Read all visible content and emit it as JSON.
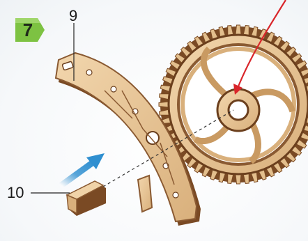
{
  "step": {
    "number": "7",
    "badge_color": "#7dc242"
  },
  "callouts": {
    "part_9": "9",
    "part_10": "10"
  },
  "colors": {
    "wood_light": "#e9c79a",
    "wood_edge": "#8a5a32",
    "wood_dark": "#6b3f1d",
    "arrow_blue": "#2f8fd0",
    "arrow_red": "#d9252a"
  },
  "icons": {
    "direction_arrow": "arrow-up-right-icon",
    "insert_arrow": "curved-arrow-icon"
  }
}
